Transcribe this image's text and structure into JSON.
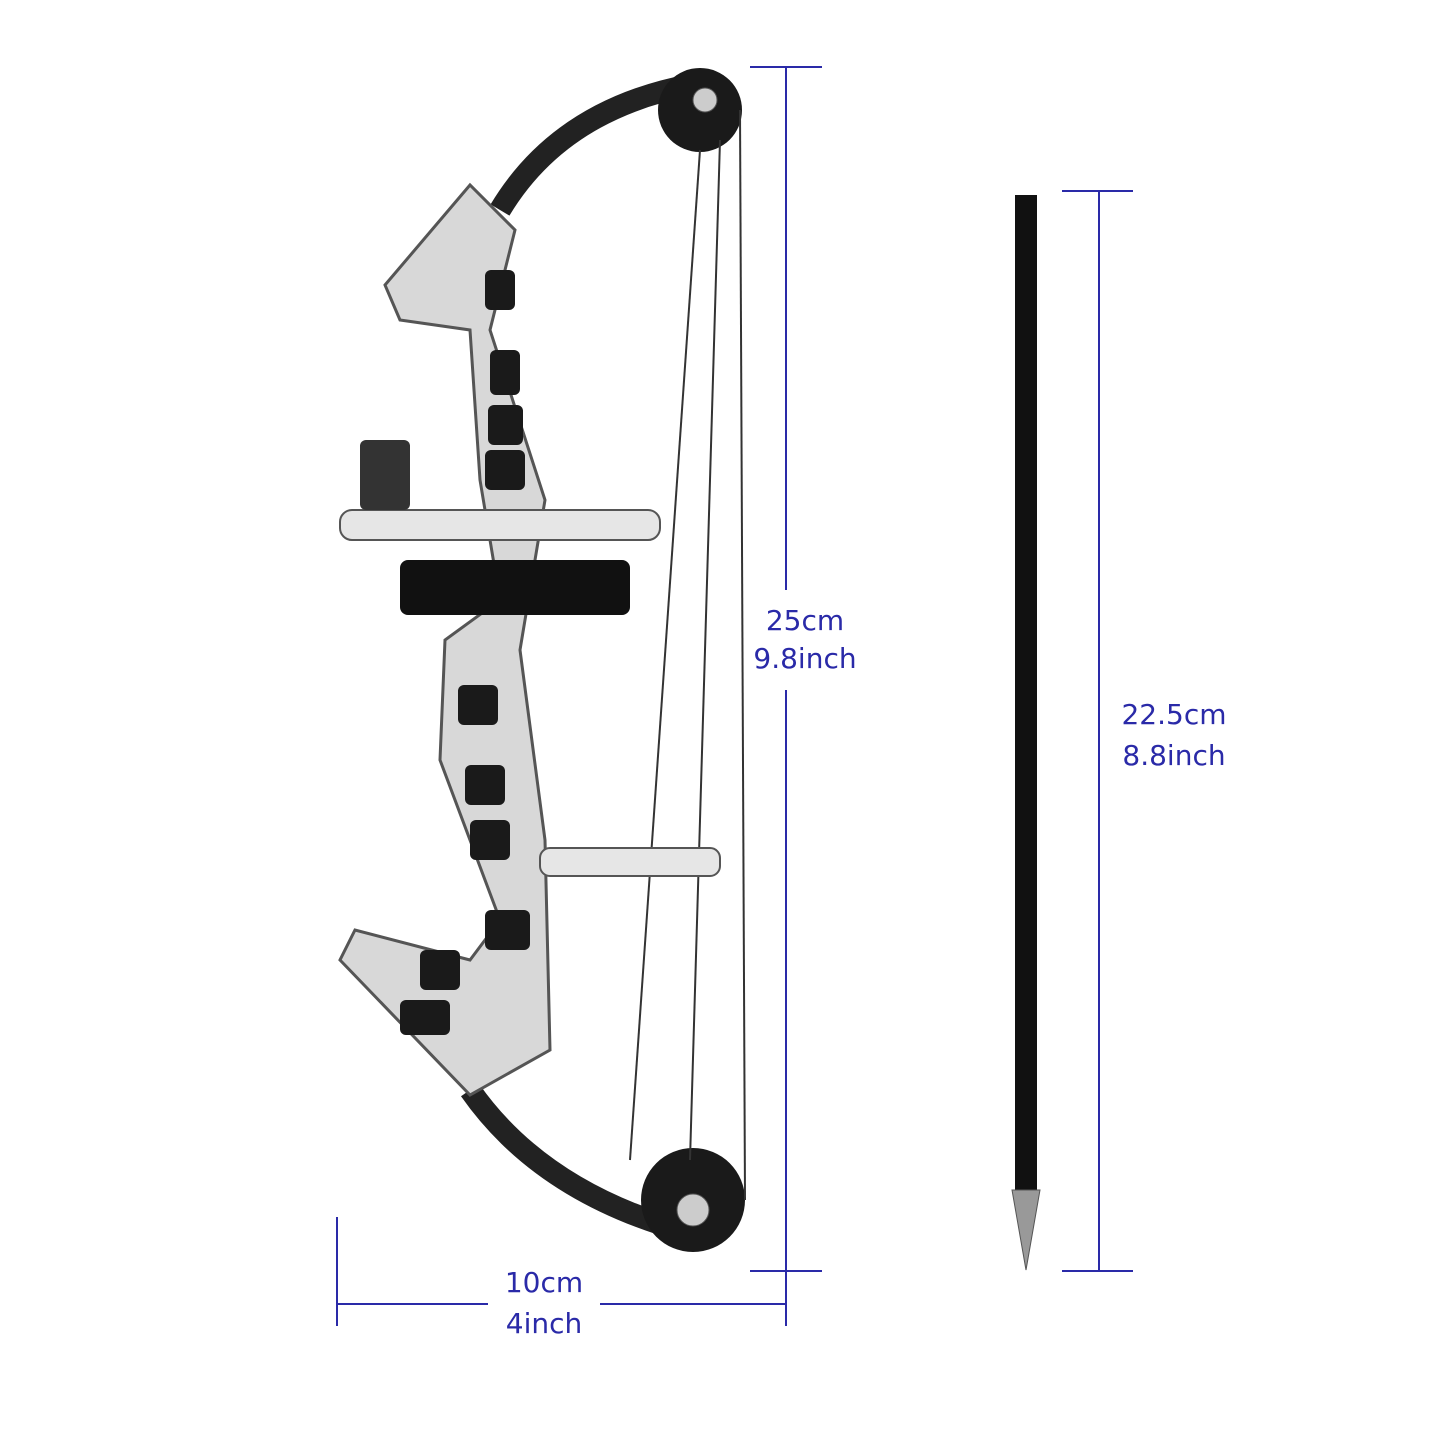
{
  "colors": {
    "dimension": "#2a2aa8",
    "background": "#ffffff",
    "bow_metal": "#d8d8d8",
    "bow_black": "#1a1a1a"
  },
  "bow_height": {
    "cm": "25cm",
    "inch": "9.8inch"
  },
  "bow_width": {
    "cm": "10cm",
    "inch": "4inch"
  },
  "arrow_length": {
    "cm": "22.5cm",
    "inch": "8.8inch"
  }
}
